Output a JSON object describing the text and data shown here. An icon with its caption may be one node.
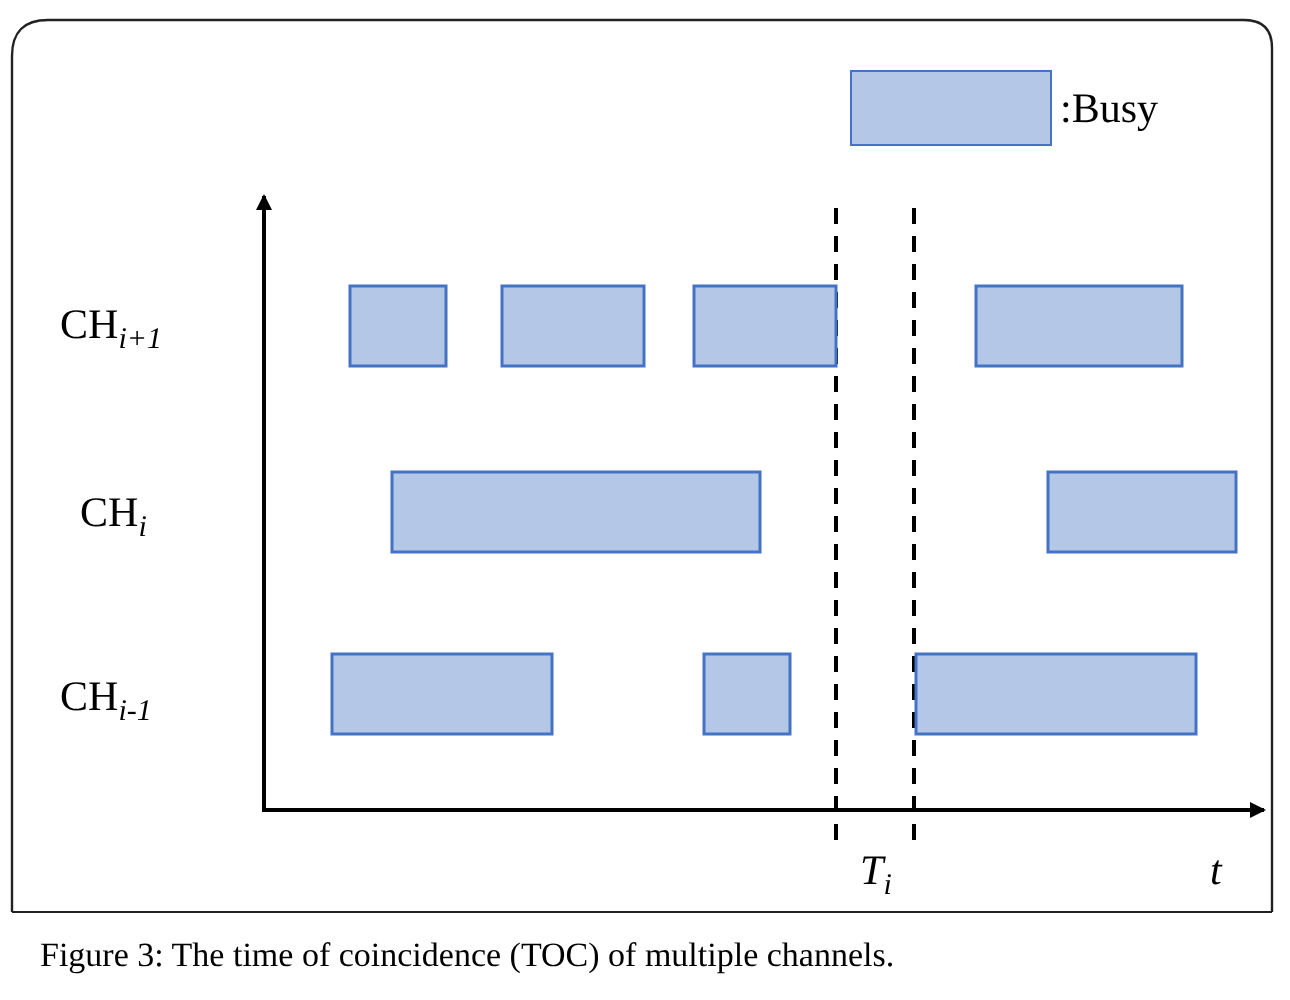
{
  "diagram": {
    "caption": "Figure 3: The time of coincidence (TOC) of multiple channels.",
    "nodes": [
      {
        "text": [],
        "shape": "box"
      },
      {
        "text": [],
        "shape": "box"
      },
      {
        "text": [],
        "shape": "box"
      },
      {
        "text": [],
        "shape": "box"
      },
      {
        "text": [],
        "shape": "box"
      },
      {
        "text": [],
        "shape": "box"
      },
      {
        "text": [],
        "shape": "box"
      },
      {
        "text": [],
        "shape": "box"
      },
      {
        "text": [],
        "shape": "box"
      }
    ],
    "labels": [
      "CH$_{i+1}$",
      "CH$_{i}$",
      "CH$_{i-1}$",
      "*T*$_{i}$",
      "t"
    ],
    "legend": [
      {
        "text": ":Busy",
        "color": "#b4c7e7"
      }
    ]
  }
}
